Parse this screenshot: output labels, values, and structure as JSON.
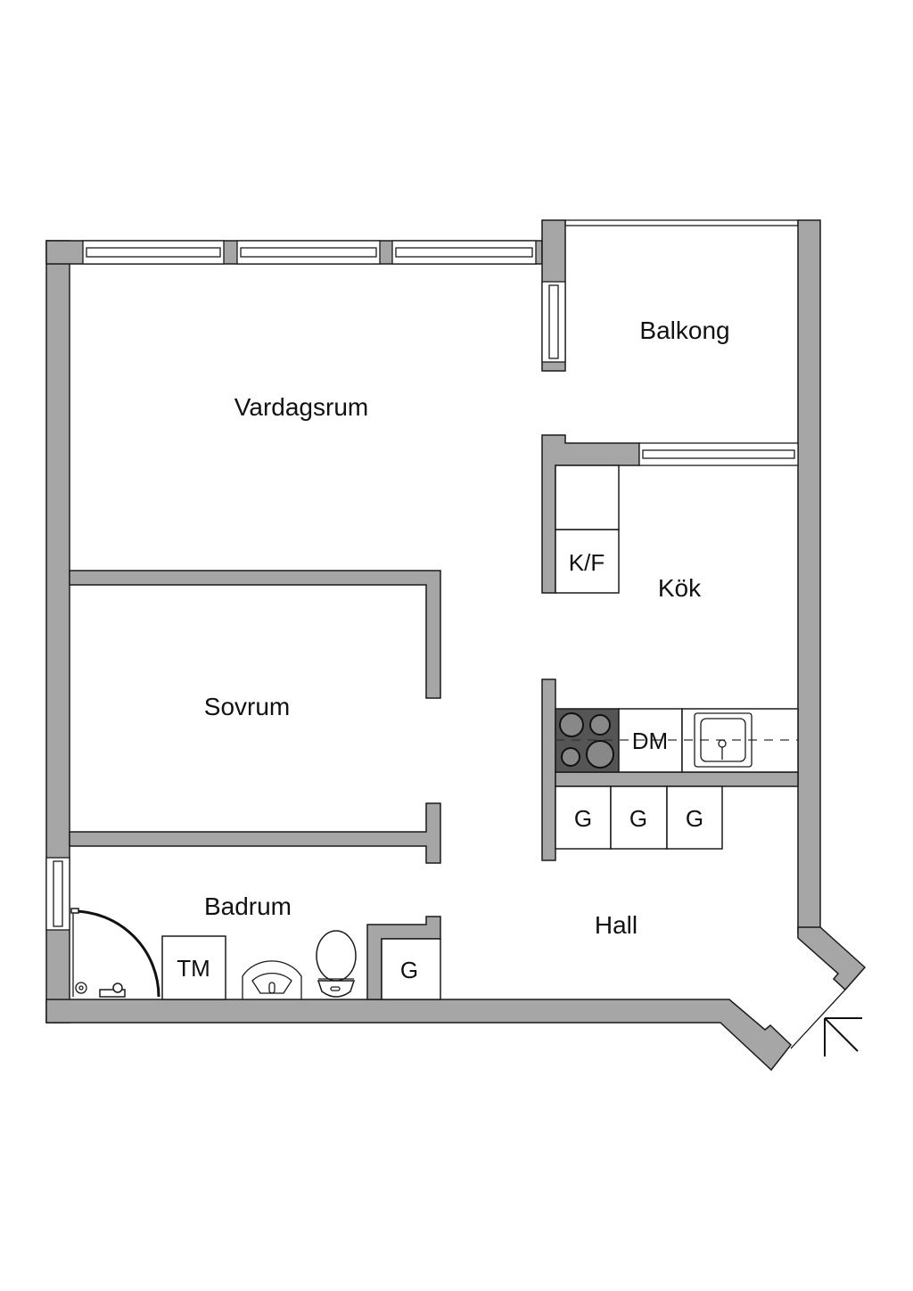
{
  "rooms": {
    "living_room": "Vardagsrum",
    "balcony": "Balkong",
    "kitchen": "Kök",
    "bedroom": "Sovrum",
    "bathroom": "Badrum",
    "hall": "Hall"
  },
  "fixtures": {
    "fridge_freezer": "K/F",
    "dishwasher": "DM",
    "washing_machine": "TM",
    "wardrobe": "G"
  },
  "colors": {
    "wall": "#a6a6a6",
    "stove": "#555555",
    "line": "#1a1a1a"
  }
}
